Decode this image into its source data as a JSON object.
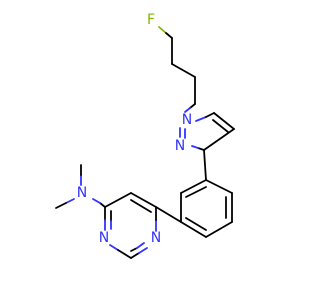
{
  "molecule": {
    "atoms": {
      "fluorine": "F",
      "pyrazole_n1": "N",
      "pyrazole_n2": "N",
      "amine_n": "N",
      "pyrimidine_n1": "N",
      "pyrimidine_n3": "N"
    },
    "colors": {
      "bond": "#000000",
      "nitrogen": "#3333ff",
      "fluorine": "#84b500",
      "background": "#ffffff"
    }
  }
}
